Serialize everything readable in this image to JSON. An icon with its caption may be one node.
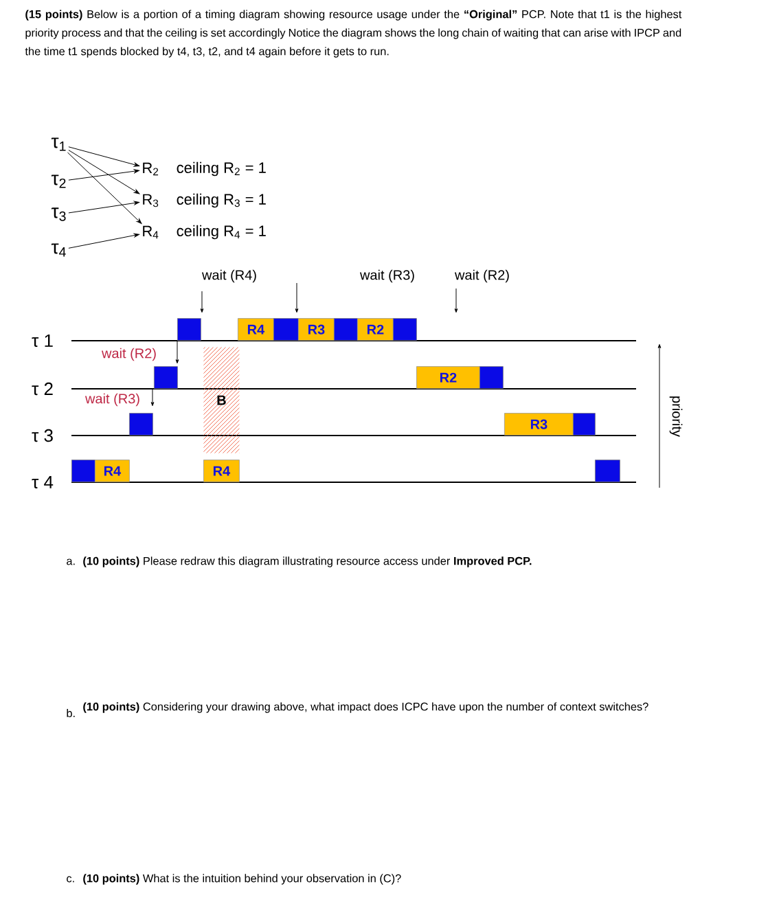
{
  "diagram": {
    "nodes": [
      {
        "text": [
          "τ$_{1}$"
        ]
      },
      {
        "text": [
          "τ$_{2}$"
        ]
      },
      {
        "text": [
          "τ$_{3}$"
        ]
      },
      {
        "text": [
          "τ$_{4}$"
        ]
      },
      {
        "text": [
          "R$_{2}$"
        ],
        "beside": [
          "ceiling R$_{2}$ = 1"
        ]
      },
      {
        "text": [
          "R$_{3}$"
        ],
        "beside": [
          "ceiling R$_{3}$ = 1"
        ]
      },
      {
        "text": [
          "R$_{4}$"
        ],
        "beside": [
          "ceiling R$_{4}$ = 1"
        ]
      },
      {
        "text": [],
        "shape": "box"
      },
      {
        "text": [
          "R4"
        ]
      },
      {
        "text": [],
        "shape": "box"
      },
      {
        "text": [
          "R3"
        ]
      },
      {
        "text": [],
        "shape": "box"
      },
      {
        "text": [
          "R2"
        ]
      },
      {
        "text": [],
        "shape": "box"
      },
      {
        "text": [
          "B"
        ]
      },
      {
        "text": [],
        "shape": "box"
      },
      {
        "text": [
          "R2"
        ]
      },
      {
        "text": [],
        "shape": "box"
      },
      {
        "text": [],
        "shape": "box"
      },
      {
        "text": [
          "R3"
        ]
      },
      {
        "text": [],
        "shape": "box"
      },
      {
        "text": [],
        "shape": "box"
      },
      {
        "text": [
          "R4"
        ]
      },
      {
        "text": [
          "R4"
        ]
      },
      {
        "text": [],
        "shape": "box"
      }
    ],
    "edges": [
      {
        "from": 0,
        "to": 4,
        "arrow": "to"
      },
      {
        "from": 0,
        "to": 5,
        "arrow": "to"
      },
      {
        "from": 0,
        "to": 6,
        "arrow": "to"
      },
      {
        "from": 1,
        "to": 4,
        "arrow": "to"
      },
      {
        "from": 2,
        "to": 5,
        "arrow": "to"
      },
      {
        "from": 3,
        "to": 6,
        "arrow": "to"
      }
    ],
    "labels": [
      "**(15 points)** Below is a portion of a timing diagram showing resource usage under the **“Original”** PCP. Note that t1 is the highest priority process and that the ceiling is set accordingly Notice the diagram shows the long chain of waiting that can arise with IPCP and the time t1 spends blocked by t4, t3, t2, and t4 again before it gets to run.",
      "wait (R4)",
      "wait (R3)",
      "wait (R2)",
      "τ 1",
      "wait (R2)",
      "τ 2",
      "wait (R3)",
      "τ 3",
      "τ 4",
      "priority",
      "a.",
      "**(10 points)** Please redraw this diagram illustrating resource access under **Improved PCP.**",
      "b.",
      "**(10 points)** Considering your drawing above, what impact does ICPC have upon the number of context switches?",
      "c.",
      "**(10 points)** What is the intuition behind your observation in (C)?"
    ]
  }
}
